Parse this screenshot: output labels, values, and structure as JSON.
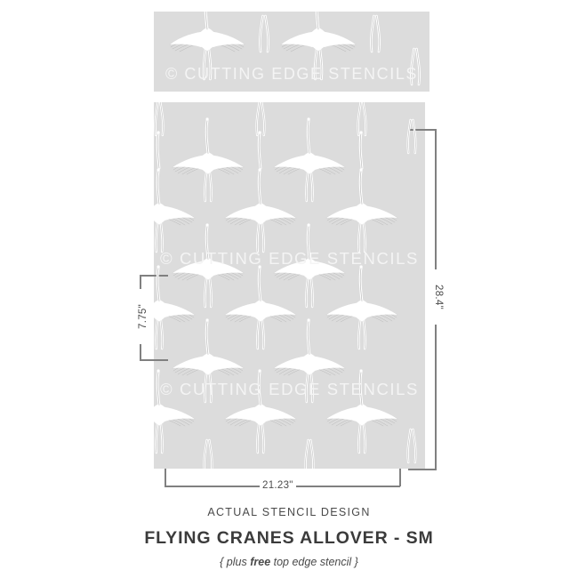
{
  "product": {
    "kicker": "ACTUAL STENCIL DESIGN",
    "title": "FLYING CRANES ALLOVER - SM",
    "subtitle_pre": "{ plus ",
    "subtitle_bold": "free",
    "subtitle_post": " top edge stencil }"
  },
  "watermark": {
    "text": "© CUTTING EDGE STENCILS",
    "color": "#f4f4f4"
  },
  "dimensions": {
    "width_label": "21.23\"",
    "height_label": "28.4\"",
    "repeat_label": "7.75\""
  },
  "colors": {
    "panel": "#dcdcdc",
    "page": "#ffffff",
    "dimension_line": "#808080",
    "dimension_text": "#4d4d4d",
    "title_text": "#3b3b3b",
    "crane_body": "#ffffff",
    "crane_outline": "#b9b9b9"
  },
  "panels": {
    "top_strip_name": "top edge stencil strip",
    "main_panel_name": "allover stencil panel"
  }
}
